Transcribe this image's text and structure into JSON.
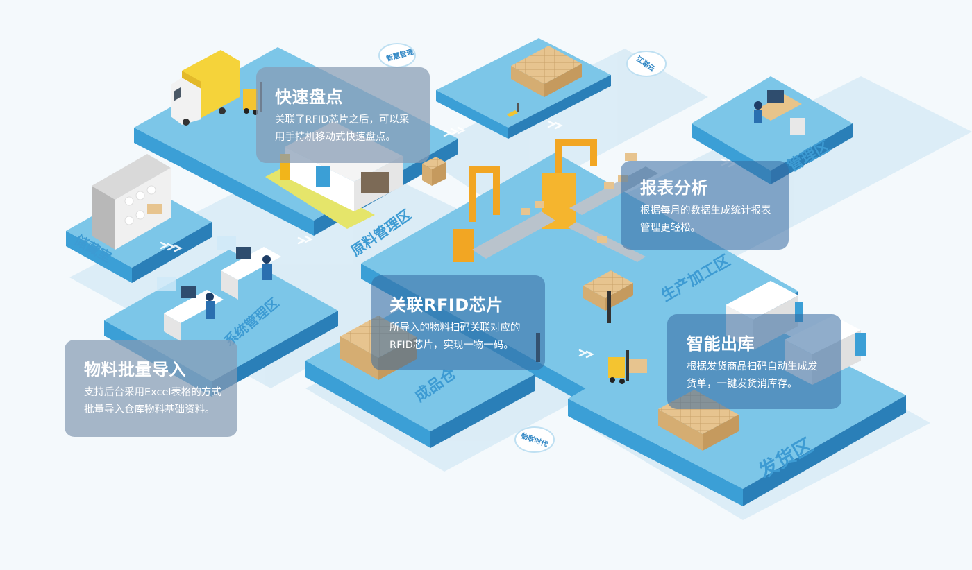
{
  "zones": {
    "smart_manage": "智慧管理",
    "jianghu_cloud": "江湖云",
    "management": "管理区",
    "raw_material": "原料管理区",
    "storage_room": "储藏室",
    "system_management": "系统管理区",
    "production": "生产加工区",
    "finished_goods": "成品仓",
    "shipping": "发货区",
    "iot_era": "物联时代"
  },
  "cards": {
    "quick_inventory": {
      "title": "快速盘点",
      "desc_line1": "关联了RFID芯片之后，可以采",
      "desc_line2": "用手持机移动式快速盘点。"
    },
    "rfid_link": {
      "title": "关联RFID芯片",
      "desc_line1": "所导入的物料扫码关联对应的",
      "desc_line2": "RFID芯片，实现一物一码。"
    },
    "report": {
      "title": "报表分析",
      "desc_line1": "根据每月的数据生成统计报表",
      "desc_line2": "管理更轻松。"
    },
    "smart_outbound": {
      "title": "智能出库",
      "desc_line1": "根据发货商品扫码自动生成发",
      "desc_line2": "货单，一键发货消库存。"
    },
    "batch_import": {
      "title": "物料批量导入",
      "desc_line1": "支持后台采用Excel表格的方式",
      "desc_line2": "批量导入仓库物料基础资料。"
    }
  },
  "colors": {
    "platform_top": "#7cc6e8",
    "platform_side": "#3b9fd6",
    "platform_dark": "#2a7fb8",
    "shadow": "#d6eaf5",
    "machine": "#f2a623",
    "box": "#e7c48f",
    "card_grey": "#879bb4",
    "card_blue": "#346aa0"
  },
  "icons": [
    "truck-icon",
    "forklift-icon",
    "warehouse-building-icon",
    "pallet-icon",
    "shelf-icon",
    "worker-desk-icon",
    "robot-arm-icon",
    "conveyor-icon",
    "delivery-truck-icon",
    "cloud-icon",
    "chevron-arrows-icon"
  ]
}
